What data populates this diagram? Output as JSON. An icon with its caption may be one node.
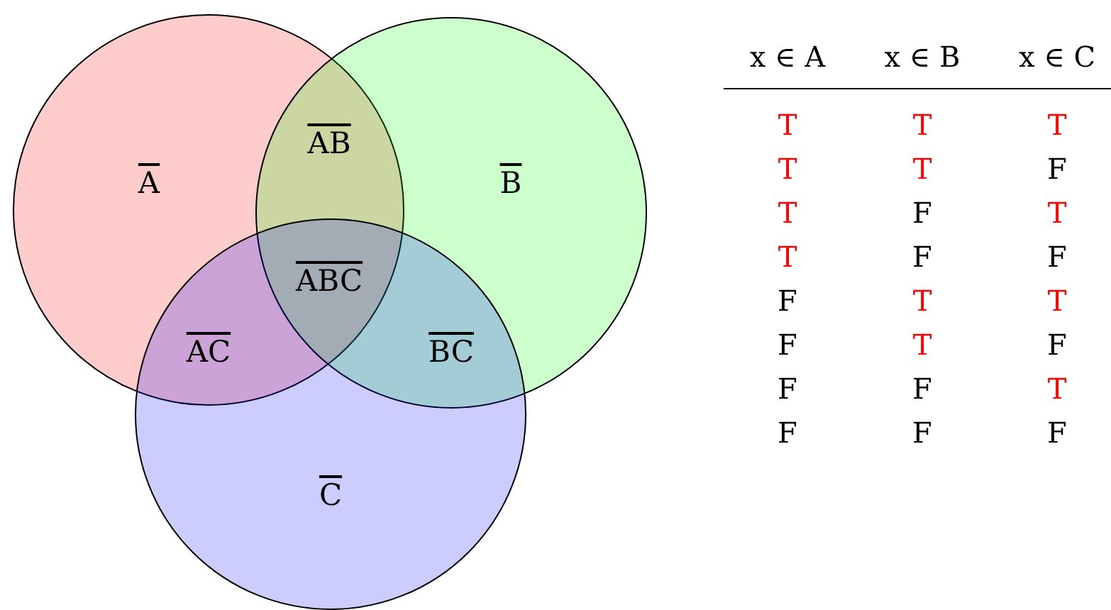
{
  "diagram": {
    "nodes": [
      {
        "text": [
          "A"
        ]
      },
      {
        "text": [
          "B"
        ]
      },
      {
        "text": [
          "C"
        ]
      }
    ],
    "edges": [],
    "labels": [
      "AB",
      "ABC",
      "AC",
      "BC",
      "x ∈ A",
      "x ∈ B",
      "x ∈ C",
      "T",
      "T",
      "T",
      "T",
      "T",
      "F",
      "T",
      "F",
      "T",
      "T",
      "F",
      "F",
      "F",
      "T",
      "T",
      "F",
      "T",
      "F",
      "F",
      "F",
      "T",
      "F",
      "F",
      "F"
    ]
  }
}
